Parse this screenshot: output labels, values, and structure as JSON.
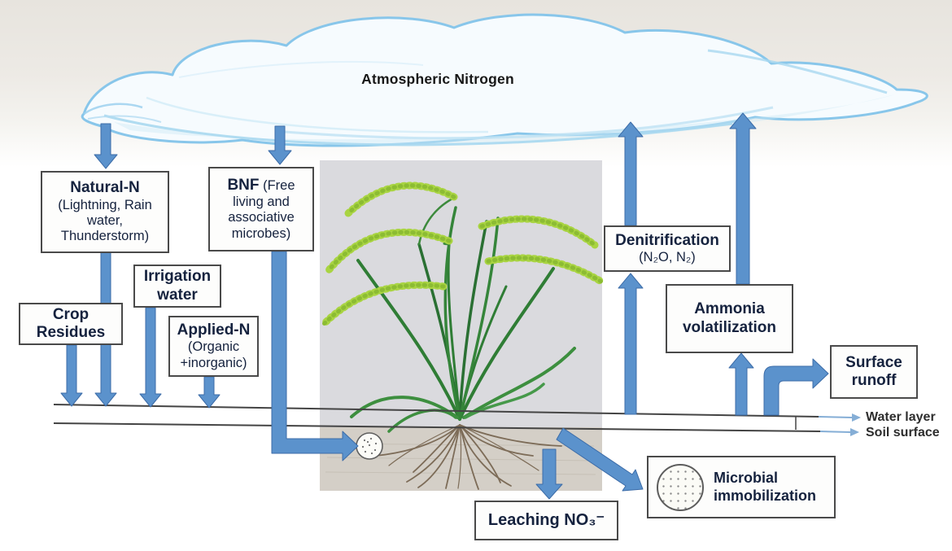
{
  "diagram_title": "Atmospheric Nitrogen",
  "boxes": {
    "natural_n": {
      "title": "Natural-N",
      "sub": "(Lightning, Rain water, Thunderstorm)"
    },
    "bnf": {
      "title": "BNF",
      "sub": "(Free living and associative microbes)"
    },
    "irrigation_water": {
      "title": "Irrigation water"
    },
    "crop_residues": {
      "title": "Crop Residues"
    },
    "applied_n": {
      "title": "Applied-N",
      "sub": "(Organic +inorganic)"
    },
    "denitrification": {
      "title": "Denitrification",
      "sub": "(N₂O, N₂)"
    },
    "ammonia_volatilization": {
      "title": "Ammonia volatilization"
    },
    "surface_runoff": {
      "title": "Surface runoff"
    },
    "microbial_immobilization": {
      "title": "Microbial immobilization"
    },
    "leaching": {
      "title": "Leaching NO₃⁻"
    }
  },
  "line_labels": {
    "water_layer": "Water layer",
    "soil_surface": "Soil surface"
  },
  "icons": [
    "dotted-circle-soil",
    "dotted-circle-microbial",
    "cloud",
    "rice-plant-photo"
  ],
  "arrows": [
    {
      "name": "cloud-to-natural-n",
      "direction": "down"
    },
    {
      "name": "cloud-to-bnf",
      "direction": "down"
    },
    {
      "name": "natural-n-to-soil",
      "direction": "down"
    },
    {
      "name": "crop-residues-to-soil",
      "direction": "down"
    },
    {
      "name": "irrigation-to-soil",
      "direction": "down"
    },
    {
      "name": "applied-n-to-soil",
      "direction": "down"
    },
    {
      "name": "bnf-to-soil-microbes",
      "direction": "down-then-right"
    },
    {
      "name": "soil-to-denitrification",
      "direction": "up"
    },
    {
      "name": "denitrification-to-cloud",
      "direction": "up"
    },
    {
      "name": "soil-to-ammonia-volatilization",
      "direction": "up"
    },
    {
      "name": "ammonia-volatilization-to-cloud",
      "direction": "up"
    },
    {
      "name": "water-layer-to-surface-runoff",
      "direction": "up-then-right"
    },
    {
      "name": "root-zone-to-leaching",
      "direction": "down"
    },
    {
      "name": "root-zone-to-microbial-immobilization",
      "direction": "down-right"
    }
  ],
  "colors": {
    "arrow_blue": "#5b92cc",
    "arrow_blue_edge": "#3c6ca8",
    "cloud_stroke": "#88c6ea",
    "box_border": "#4a4a4a",
    "box_text": "#15223e",
    "soil_line": "#444444",
    "label_arrow_blue": "#85aed6"
  }
}
